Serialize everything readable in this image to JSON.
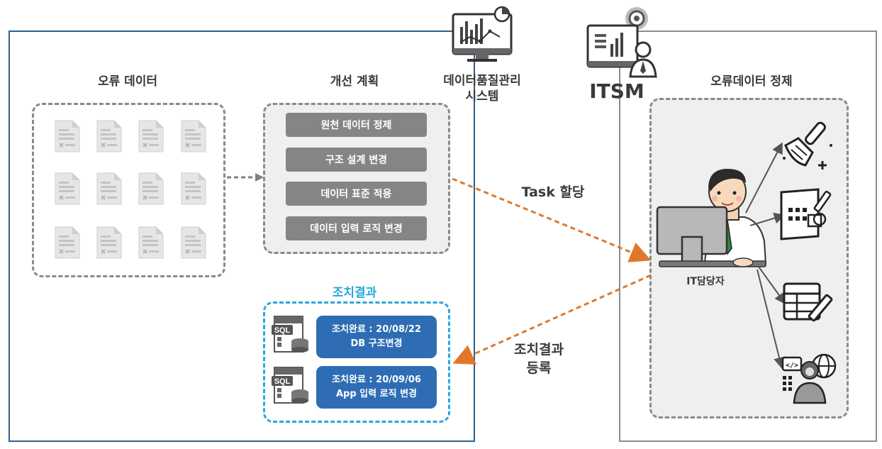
{
  "left_panel": {
    "error_data_title": "오류 데이터",
    "plan_title": "개선 계획",
    "plan_items": [
      "원천 데이터 정제",
      "구조 설계 변경",
      "데이터 표준 적용",
      "데이터 입력 로직 변경"
    ],
    "result_title": "조치결과",
    "results": [
      {
        "line1": "조치완료 : 20/08/22",
        "line2": "DB 구조변경",
        "icon_text": "SQL"
      },
      {
        "line1": "조치완료 : 20/09/06",
        "line2": "App 입력 로직 변경",
        "icon_text": "SQL"
      }
    ]
  },
  "dq_system": {
    "label_line1": "데이터품질관리",
    "label_line2": "시스템",
    "icon": "monitor-chart-icon"
  },
  "itsm": {
    "label": "ITSM",
    "icon": "monitor-gear-person-icon"
  },
  "right_panel": {
    "title": "오류데이터 정제",
    "person_label": "IT담당자",
    "tool_icons": [
      "brush-clean-icon",
      "blueprint-design-icon",
      "table-edit-icon",
      "developer-code-icon"
    ]
  },
  "arrows": {
    "task_label": "Task 할당",
    "result_label_line1": "조치결과",
    "result_label_line2": "등록"
  },
  "colors": {
    "left_border": "#2e5f8f",
    "right_border": "#8c8c8c",
    "orange": "#e0782a",
    "result_blue": "#2e6db4",
    "result_title": "#2aa8d8",
    "plan_gray": "#858585"
  }
}
